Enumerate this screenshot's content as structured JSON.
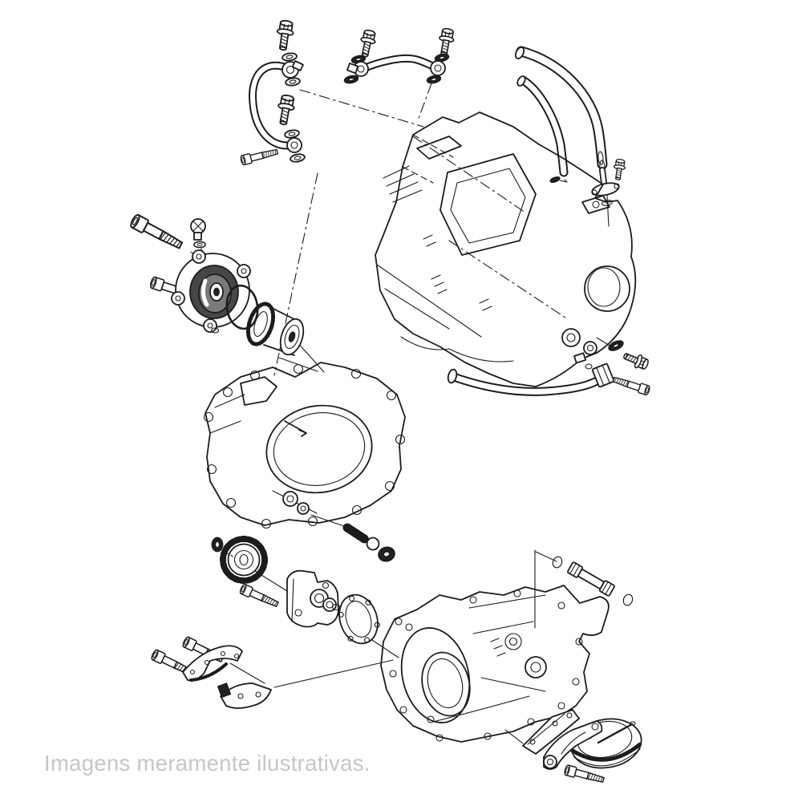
{
  "page": {
    "caption": "Imagens meramente ilustrativas."
  },
  "style": {
    "line_color": "#1c1c1c",
    "caption_color": "#c6c6c6",
    "shade_dark": "#474747",
    "shade_mid": "#7a7a7a",
    "background": "#ffffff"
  },
  "diagram": {
    "kind": "exploded-parts-illustration",
    "parts": [
      "oil-pipe-left",
      "banjo-bolts",
      "sealing-washers",
      "oil-pipe-top",
      "breather-hoses",
      "hose-fitting",
      "engine-block",
      "oil-filter-bolt-long",
      "oil-filter-screw",
      "oil-filter-cover",
      "o-ring",
      "oil-filter-element",
      "clutch-cover",
      "relief-spring",
      "check-ball",
      "oil-seal",
      "circlip",
      "oil-pump-drive-gear",
      "oil-pump-bolt",
      "oil-pump-body",
      "pump-o-rings",
      "pump-gasket",
      "stopper-plate-1",
      "stopper-plate-2",
      "socket-bolts",
      "crankcase-half",
      "strainer-plate",
      "strainer-arm",
      "strainer-cap",
      "strainer-bolt",
      "oil-junction-pipe",
      "junction-bolt",
      "drain-plug",
      "drain-washer",
      "dowel-pipe",
      "dowel-o-rings"
    ]
  }
}
